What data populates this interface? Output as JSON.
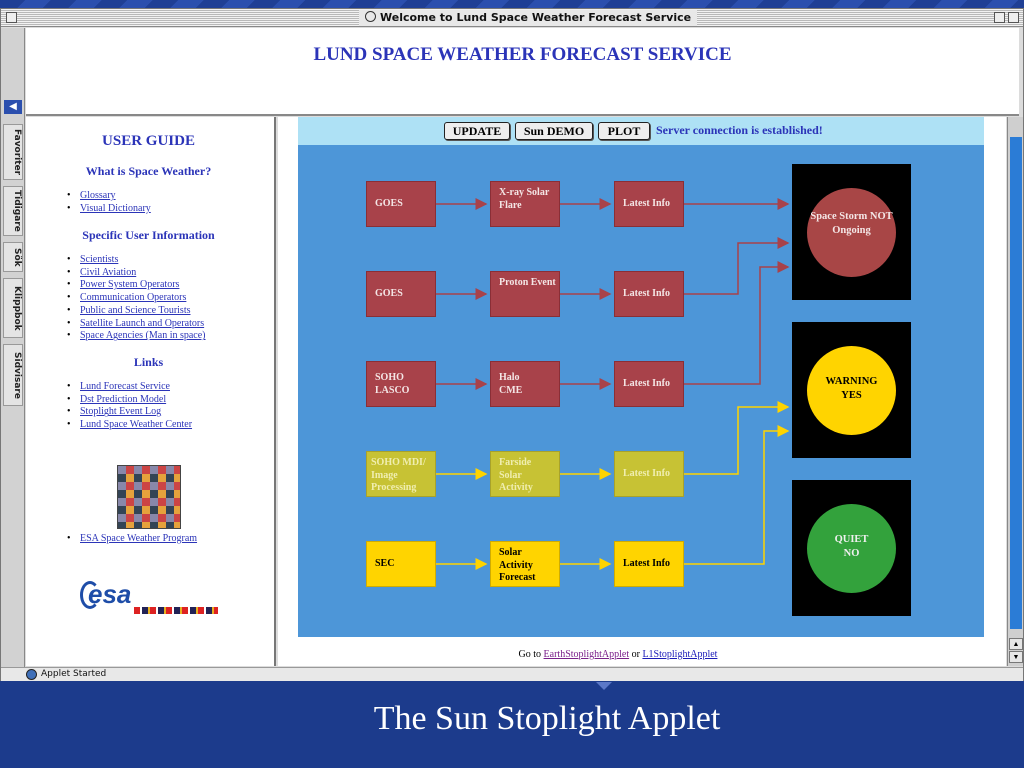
{
  "window": {
    "title": "Welcome to Lund Space Weather Forecast Service",
    "status": "Applet Started"
  },
  "sidebar_tabs": [
    "Favoriter",
    "Tidigare",
    "Sök",
    "Klippbok",
    "Sidvisare"
  ],
  "header": {
    "title": "LUND SPACE WEATHER FORECAST SERVICE"
  },
  "guide": {
    "title": "USER GUIDE",
    "what_heading": "What is Space Weather?",
    "what_links": [
      "Glossary",
      "Visual Dictionary"
    ],
    "specific_heading": "Specific User Information",
    "specific_links": [
      "Scientists",
      "Civil Aviation",
      "Power System Operators",
      "Communication Operators",
      "Public and Science Tourists",
      "Satellite Launch and Operators",
      "Space Agencies (Man in space)"
    ],
    "links_heading": "Links",
    "links": [
      "Lund Forecast Service",
      "Dst Prediction Model",
      "Stoplight Event Log",
      "Lund Space Weather Center"
    ],
    "esa_link": "ESA Space Weather Program",
    "logo_text": "esa"
  },
  "applet": {
    "buttons": {
      "update": "UPDATE",
      "sun_demo": "Sun DEMO",
      "plot": "PLOT"
    },
    "status": "Server connection is established!",
    "rows": [
      {
        "source": "GOES",
        "event": "X-ray Solar Flare",
        "info": "Latest Info"
      },
      {
        "source": "GOES",
        "event": "Proton Event",
        "info": "Latest Info"
      },
      {
        "source": "SOHO LASCO",
        "event": "Halo CME",
        "info": "Latest Info"
      },
      {
        "source": "SOHO MDI/ Image Processing",
        "event": "Farside Solar Activity",
        "info": "Latest Info"
      },
      {
        "source": "SEC",
        "event": "Solar Activity Forecast",
        "info": "Latest Info"
      }
    ],
    "lights": [
      {
        "label": "Space Storm NOT Ongoing",
        "color": "#a84646"
      },
      {
        "label": "WARNING YES",
        "color": "#ffd400"
      },
      {
        "label": "QUIET NO",
        "color": "#33a23c"
      }
    ],
    "footer_prefix": "Go to",
    "footer_link1": "EarthStoplightApplet",
    "footer_or": "or",
    "footer_link2": "L1StoplightApplet"
  },
  "slide": {
    "caption": "The Sun Stoplight Applet"
  }
}
